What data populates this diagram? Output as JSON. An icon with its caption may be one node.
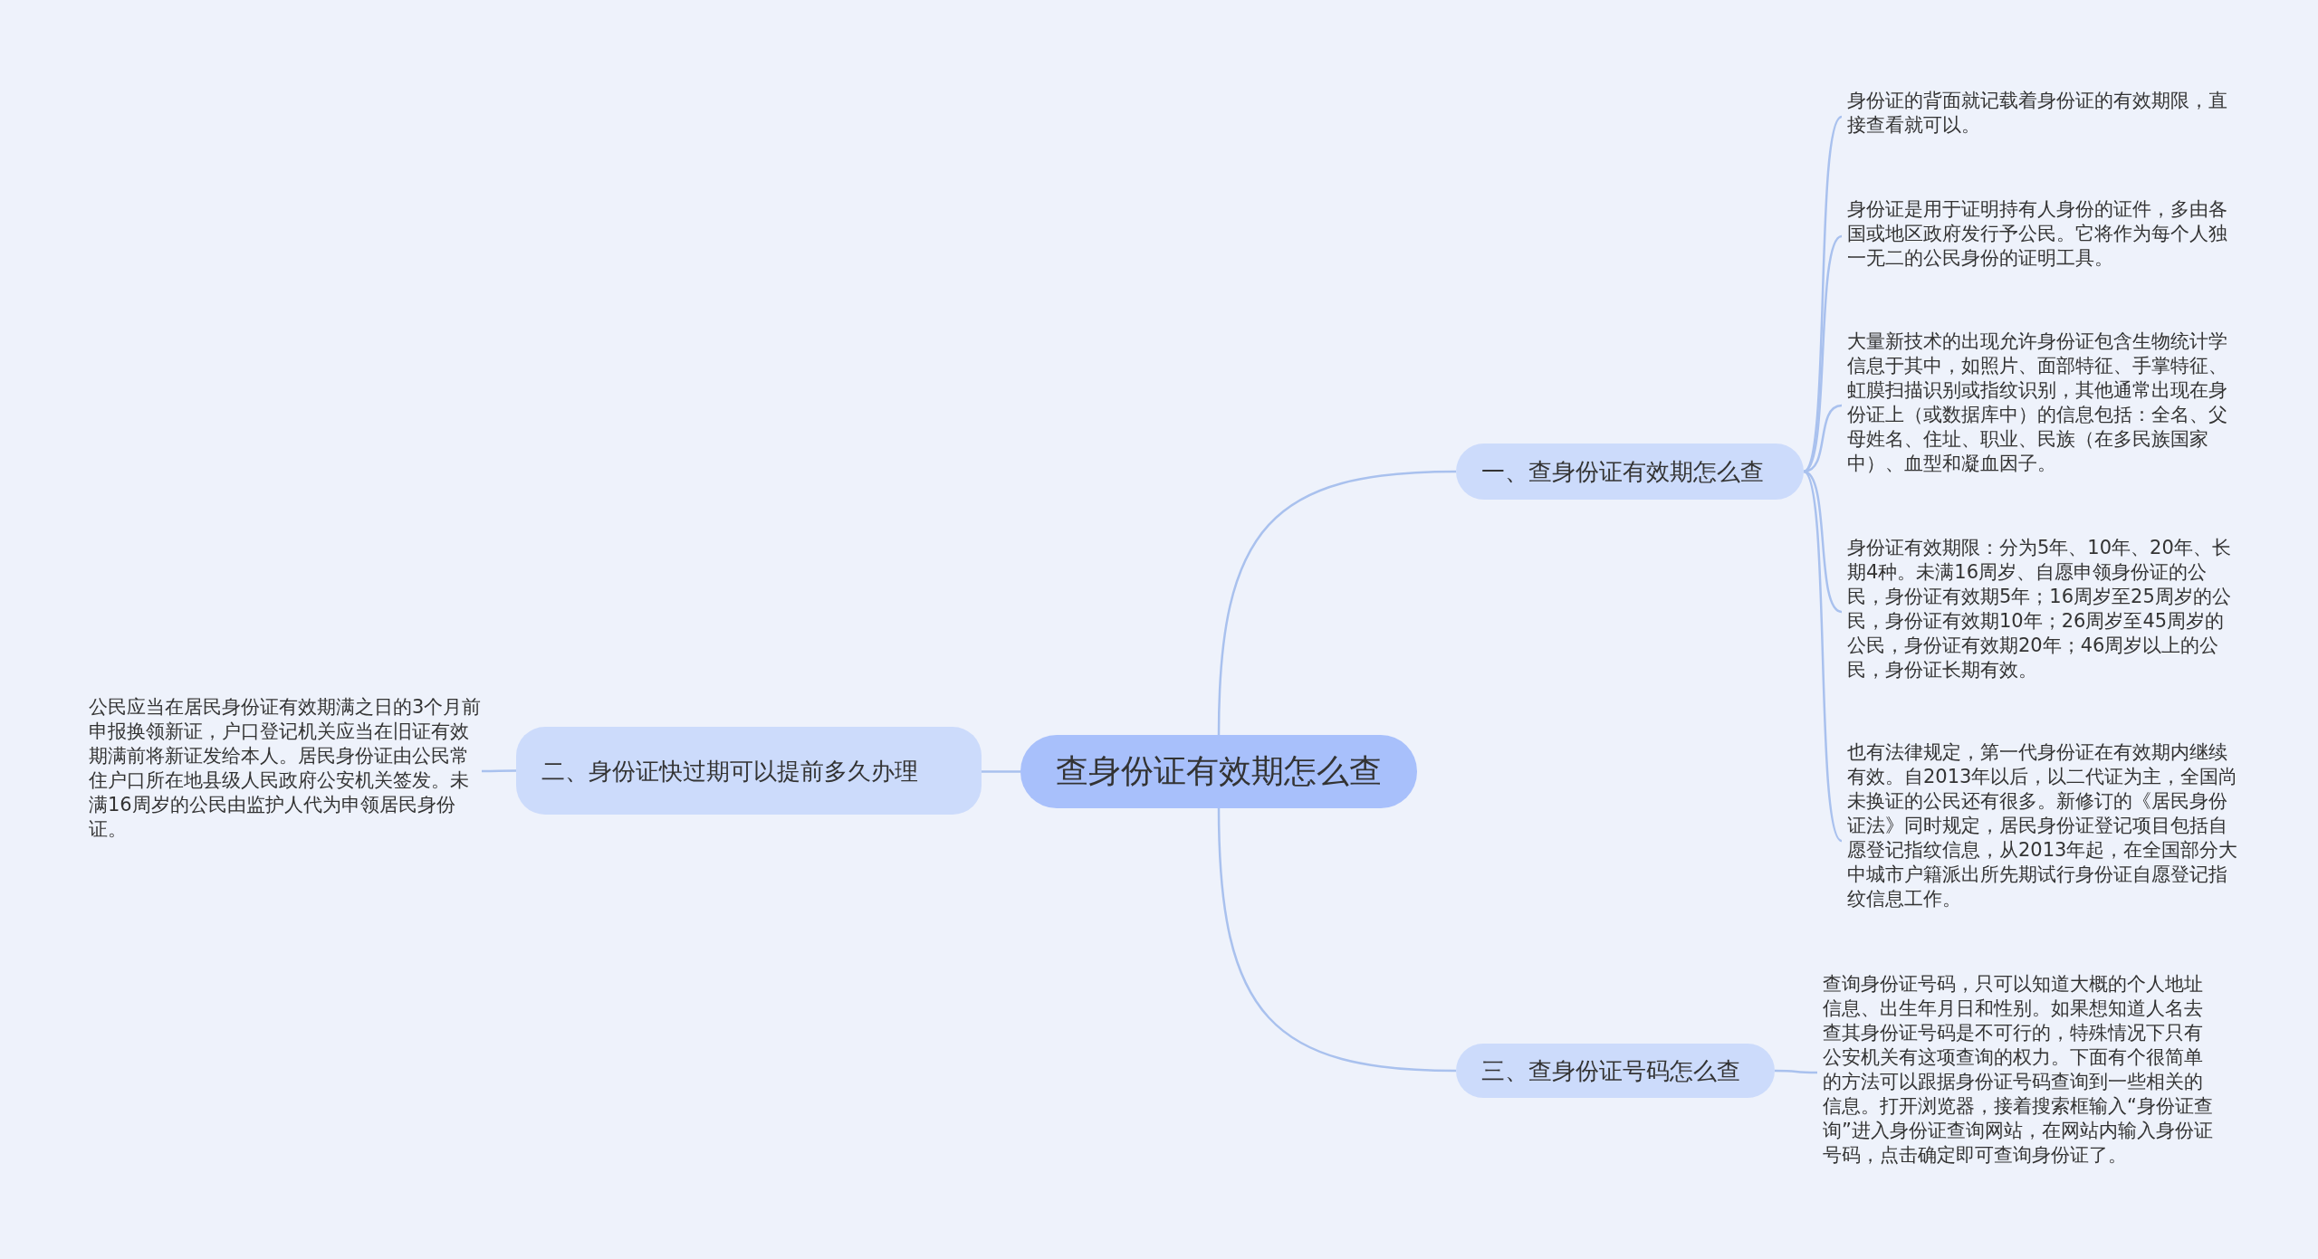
{
  "diagram": {
    "nodes": [
      {
        "text": [
          "查身份证有效期怎么查"
        ]
      },
      {
        "text": [
          "一、查身份证有效期怎么查"
        ]
      },
      {
        "text": [
          "身份证的背面就记载着身份证的有效期限，直接查看就可以。"
        ]
      },
      {
        "text": [
          "身份证是用于证明持有人身份的证件，多由各国或地区政府发行予公民。它将作为每个人独一无二的公民身份的证明工具。"
        ]
      },
      {
        "text": [
          "大量新技术的出现允许身份证包含生物统计学信息于其中，如照片、面部特征、手掌特征、虹膜扫描识别或指纹识别，其他通常出现在身份证上（或数据库中）的信息包括：全名、父母姓名、住址、职业、民族（在多民族国家中）、血型和凝血因子。"
        ]
      },
      {
        "text": [
          "身份证有效期限：分为5年、10年、20年、长期4种。未满16周岁、自愿申领身份证的公民，身份证有效期5年；16周岁至25周岁的公民，身份证有效期10年；26周岁至45周岁的公民，身份证有效期20年；46周岁以上的公民，身份证长期有效。"
        ]
      },
      {
        "text": [
          "也有法律规定，第一代身份证在有效期内继续有效。自2013年以后，以二代证为主，全国尚未换证的公民还有很多。新修订的《居民身份证法》同时规定，居民身份证登记项目包括自愿登记指纹信息，从2013年起，在全国部分大中城市户籍派出所先期试行身份证自愿登记指纹信息工作。"
        ]
      },
      {
        "text": [
          "二、身份证快过期可以提前多久办理"
        ]
      },
      {
        "text": [
          "公民应当在居民身份证有效期满之日的3个月前申报换领新证，户口登记机关应当在旧证有效期满前将新证发给本人。居民身份证由公民常住户口所在地县级人民政府公安机关签发。未满16周岁的公民由监护人代为申领居民身份证。"
        ]
      },
      {
        "text": [
          "三、查身份证号码怎么查"
        ]
      },
      {
        "text": [
          "查询身份证号码，只可以知道大概的个人地址信息、出生年月日和性别。如果想知道人名去查其身份证号码是不可行的，特殊情况下只有公安机关有这项查询的权力。下面有个很简单的方法可以跟据身份证号码查询到一些相关的信息。打开浏览器，接着搜索框输入“身份证查询”进入身份证查询网站，在网站内输入身份证号码，点击确定即可查询身份证了。"
        ]
      }
    ],
    "edges": [
      {
        "from": 0,
        "to": 1,
        "arrow": "none"
      },
      {
        "from": 1,
        "to": 2,
        "arrow": "none"
      },
      {
        "from": 1,
        "to": 3,
        "arrow": "none"
      },
      {
        "from": 1,
        "to": 4,
        "arrow": "none"
      },
      {
        "from": 1,
        "to": 5,
        "arrow": "none"
      },
      {
        "from": 1,
        "to": 6,
        "arrow": "none"
      },
      {
        "from": 0,
        "to": 7,
        "arrow": "none"
      },
      {
        "from": 7,
        "to": 8,
        "arrow": "none"
      },
      {
        "from": 0,
        "to": 9,
        "arrow": "none"
      },
      {
        "from": 9,
        "to": 10,
        "arrow": "none"
      }
    ]
  }
}
